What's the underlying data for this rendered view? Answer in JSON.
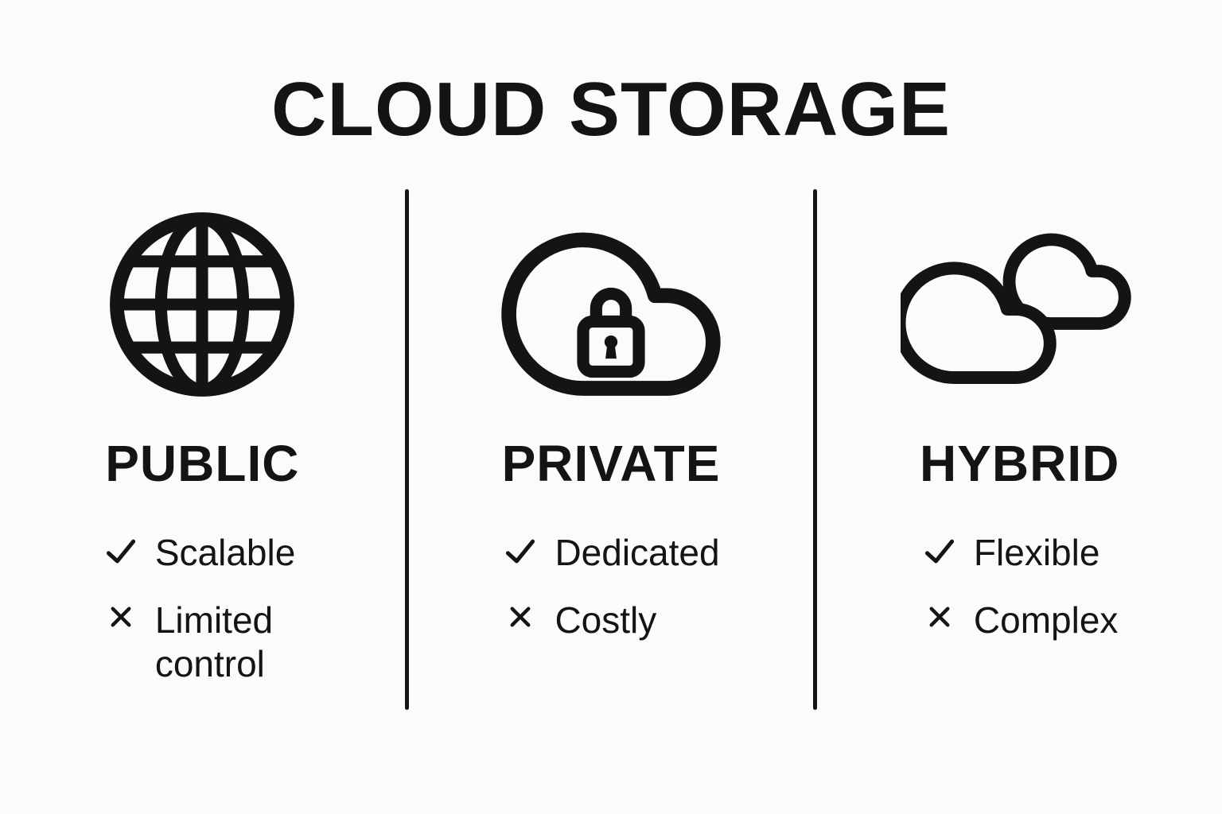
{
  "title": "CLOUD STORAGE",
  "colors": {
    "background": "#fbfbf9",
    "ink": "#141414"
  },
  "columns": [
    {
      "id": "public",
      "icon": "globe-icon",
      "heading": "PUBLIC",
      "features": [
        {
          "icon": "check-icon",
          "label": "Scalable"
        },
        {
          "icon": "x-icon",
          "label": "Limited control"
        }
      ]
    },
    {
      "id": "private",
      "icon": "cloud-lock-icon",
      "heading": "PRIVATE",
      "features": [
        {
          "icon": "check-icon",
          "label": "Dedicated"
        },
        {
          "icon": "x-icon",
          "label": "Costly"
        }
      ]
    },
    {
      "id": "hybrid",
      "icon": "hybrid-cloud-icon",
      "heading": "HYBRID",
      "features": [
        {
          "icon": "check-icon",
          "label": "Flexible"
        },
        {
          "icon": "x-icon",
          "label": "Complex"
        }
      ]
    }
  ]
}
